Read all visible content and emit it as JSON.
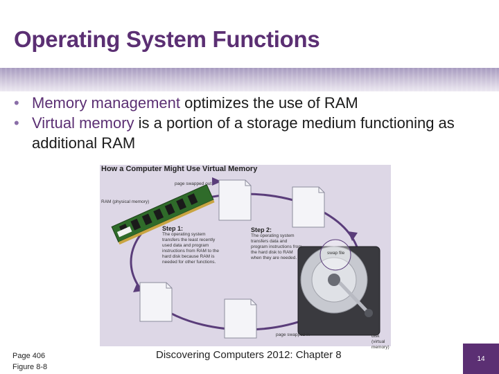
{
  "slide": {
    "title": "Operating System Functions",
    "bullets": [
      {
        "term": "Memory management",
        "rest": " optimizes the use of RAM"
      },
      {
        "term": "Virtual memory",
        "rest": " is a portion of a storage medium functioning as additional RAM"
      }
    ]
  },
  "figure": {
    "title": "How a Computer Might Use Virtual Memory",
    "label_page_out": "page swapped out",
    "label_ram": "RAM (physical memory)",
    "label_swap": "swap file",
    "label_page_in": "page swapped in",
    "label_disk": "disk (virtual memory)",
    "step1_heading": "Step 1:",
    "step1_text": "The operating system transfers the least recently used data and program instructions from RAM to the hard disk because RAM is needed for other functions.",
    "step2_heading": "Step 2:",
    "step2_text": "The operating system transfers data and program instructions from the hard disk to RAM when they are needed."
  },
  "footer": {
    "page": "Page 406",
    "figure_ref": "Figure 8-8",
    "source": "Discovering Computers 2012: Chapter 8",
    "slide_number": "14"
  },
  "colors": {
    "title": "#5b2f73",
    "accent": "#5b2f73",
    "bullet": "#8a6ea8"
  }
}
